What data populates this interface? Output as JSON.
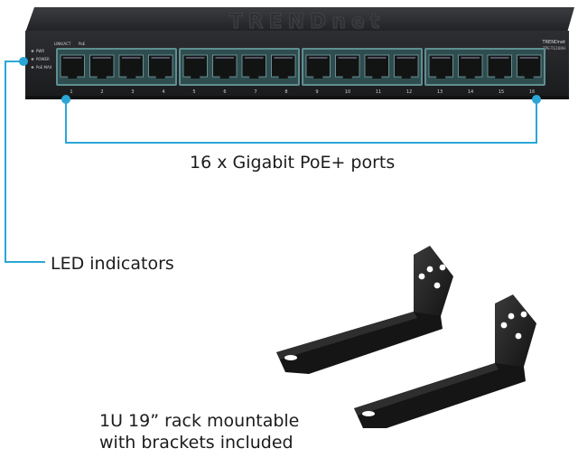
{
  "product": {
    "brand_embossed": "TRENDnet",
    "front_brand": "TRENDnet",
    "model": "TPE-TG160H"
  },
  "front_panel": {
    "labels": [
      "LINK/ACT",
      "PoE"
    ],
    "led_labels": [
      "PWR",
      "POWER",
      "PoE MAX"
    ],
    "port_numbers": [
      "1",
      "2",
      "3",
      "4",
      "5",
      "6",
      "7",
      "8",
      "9",
      "10",
      "11",
      "12",
      "13",
      "14",
      "15",
      "16"
    ]
  },
  "callouts": {
    "ports": "16 x Gigabit PoE+ ports",
    "leds": "LED indicators",
    "rack_line1": "1U 19” rack mountable",
    "rack_line2": "with brackets included"
  },
  "colors": {
    "callout_line": "#2aa7d6",
    "chassis": "#2b2d30",
    "port_bezel": "#5f8f91"
  }
}
